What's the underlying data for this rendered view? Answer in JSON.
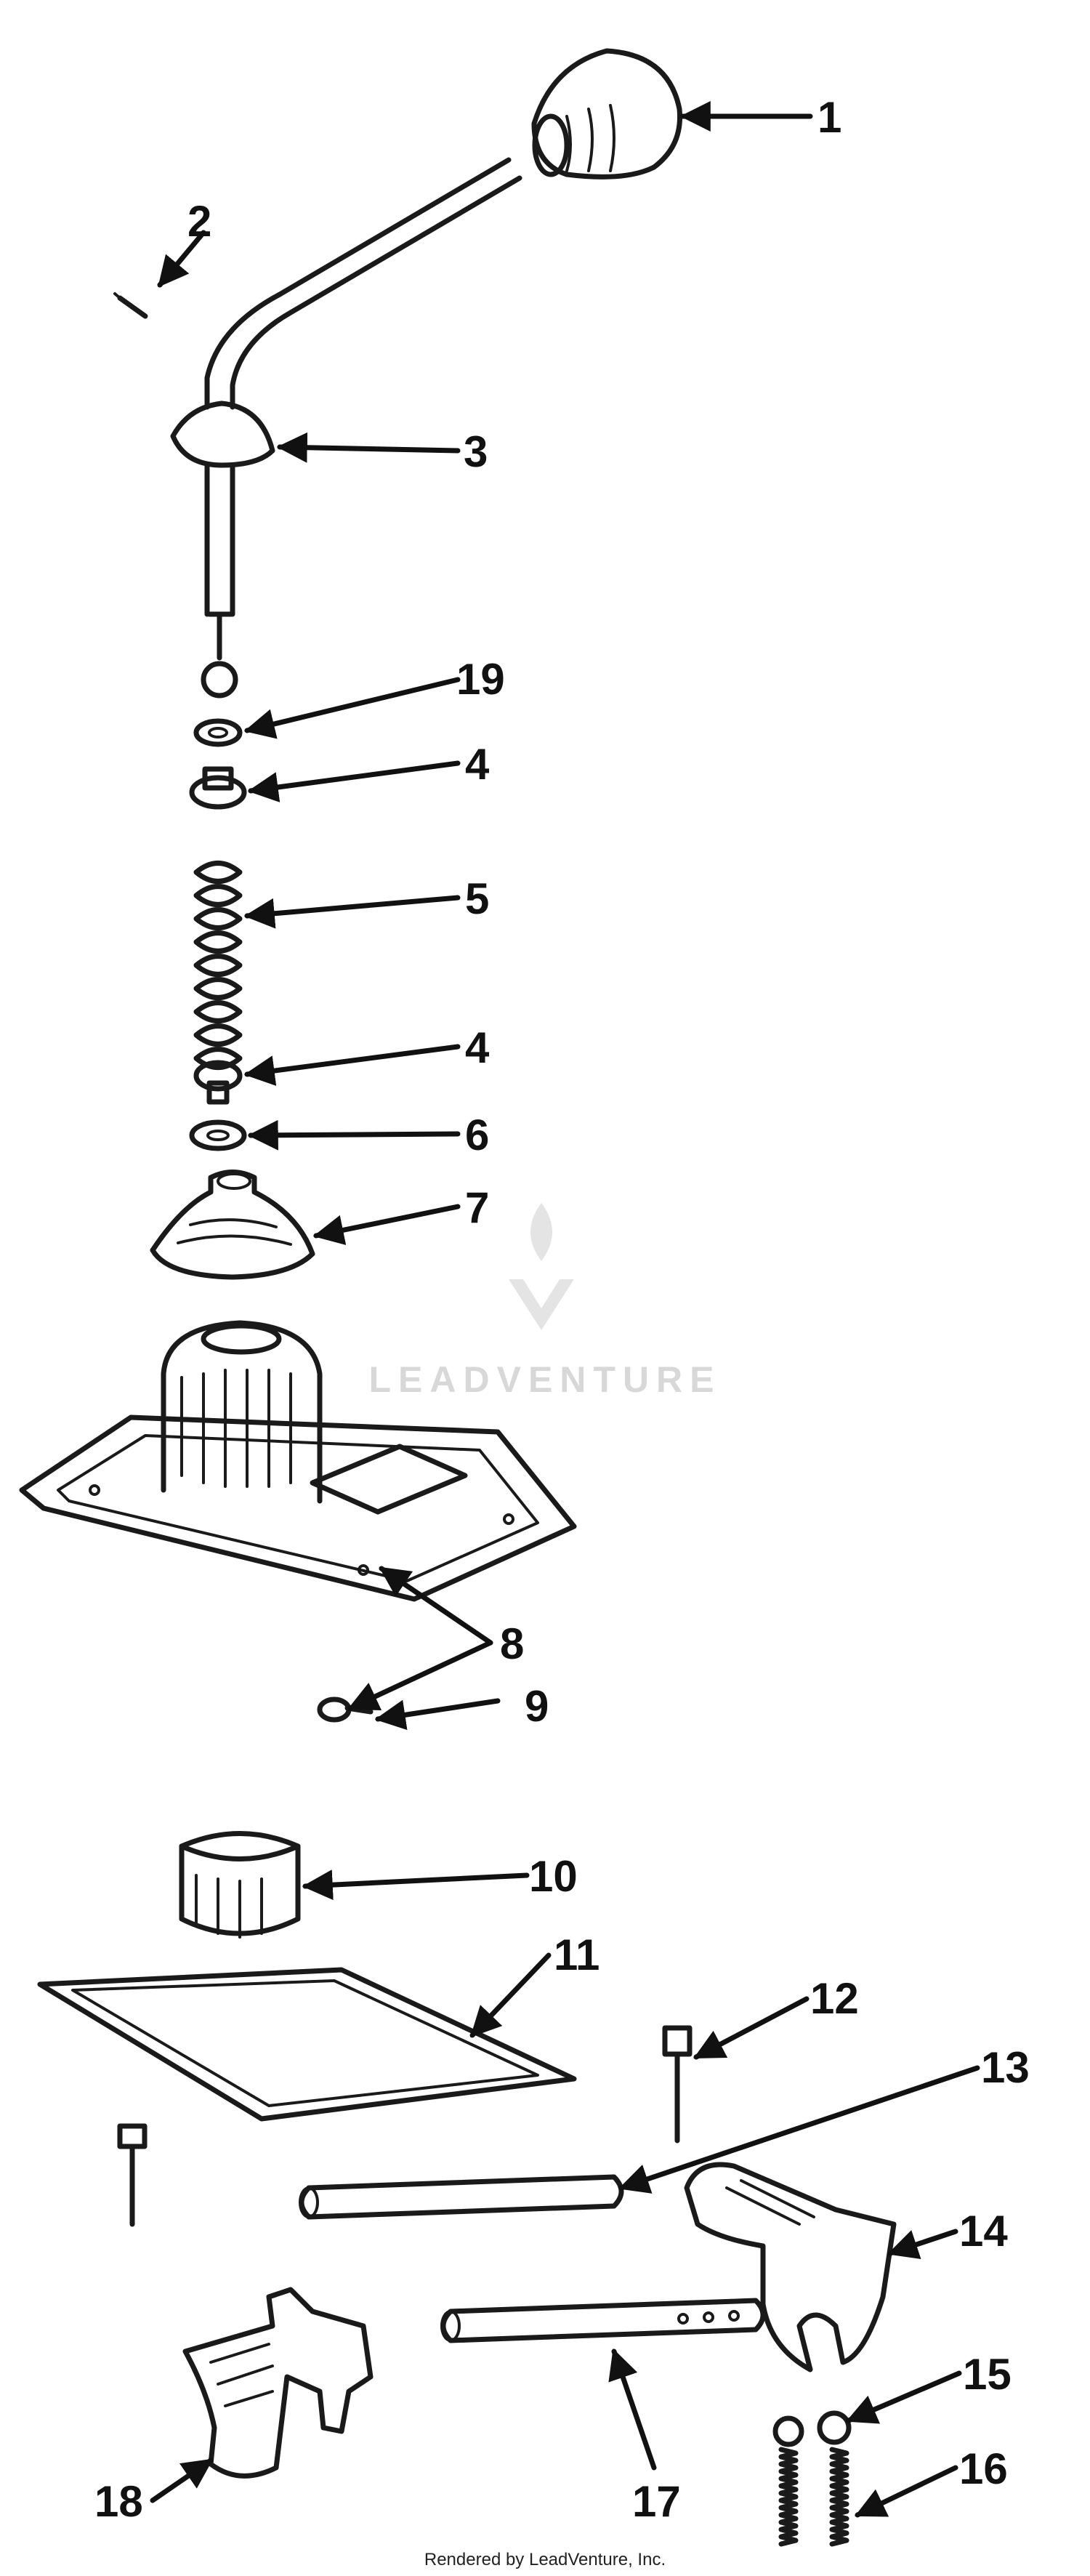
{
  "callouts": [
    "1",
    "2",
    "3",
    "19",
    "4",
    "5",
    "4",
    "6",
    "7",
    "8",
    "9",
    "10",
    "11",
    "12",
    "13",
    "14",
    "15",
    "16",
    "17",
    "18"
  ],
  "watermark": {
    "brand": "LEADVENTURE"
  },
  "footer": {
    "text": "Rendered by LeadVenture, Inc."
  },
  "colors": {
    "ink": "#1a1a1a",
    "background": "#ffffff",
    "watermark": "#d8d8d8"
  }
}
